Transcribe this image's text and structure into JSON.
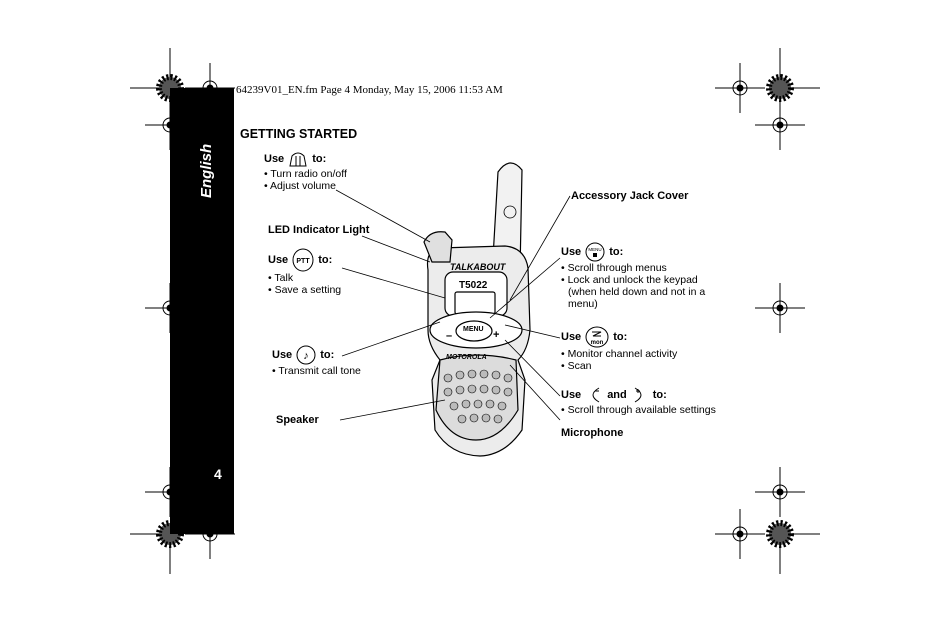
{
  "file_header": "64239V01_EN.fm  Page 4  Monday, May 15, 2006  11:53 AM",
  "sidebar": {
    "language": "English",
    "page_number": "4"
  },
  "section_title": "GETTING STARTED",
  "radio": {
    "brand_badge": "TALKABOUT",
    "model": "T5022",
    "menu_key": "MENU",
    "minus": "–",
    "plus": "+",
    "logo": "MOTOROLA"
  },
  "callouts": {
    "power_knob": {
      "use": "Use",
      "to": "to:",
      "items": [
        "• Turn radio on/off",
        "• Adjust volume"
      ]
    },
    "led": {
      "label": "LED Indicator Light"
    },
    "ptt": {
      "use": "Use",
      "icon_text": "PTT",
      "to": "to:",
      "items": [
        "• Talk",
        "• Save a setting"
      ]
    },
    "call_tone": {
      "use": "Use",
      "to": "to:",
      "items": [
        "• Transmit call tone"
      ]
    },
    "speaker": {
      "label": "Speaker"
    },
    "accessory": {
      "label": "Accessory Jack Cover"
    },
    "menu": {
      "use": "Use",
      "icon_text": "MENU",
      "to": "to:",
      "items": [
        "• Scroll through menus",
        "• Lock and unlock the keypad",
        "(when held down and not in a",
        "menu)"
      ]
    },
    "monitor": {
      "use": "Use",
      "icon_text": "mon",
      "to": "to:",
      "items": [
        "• Monitor channel activity",
        "• Scan"
      ]
    },
    "scroll": {
      "use": "Use",
      "and": "and",
      "to": "to:",
      "items": [
        "• Scroll through available settings"
      ]
    },
    "microphone": {
      "label": "Microphone"
    }
  }
}
